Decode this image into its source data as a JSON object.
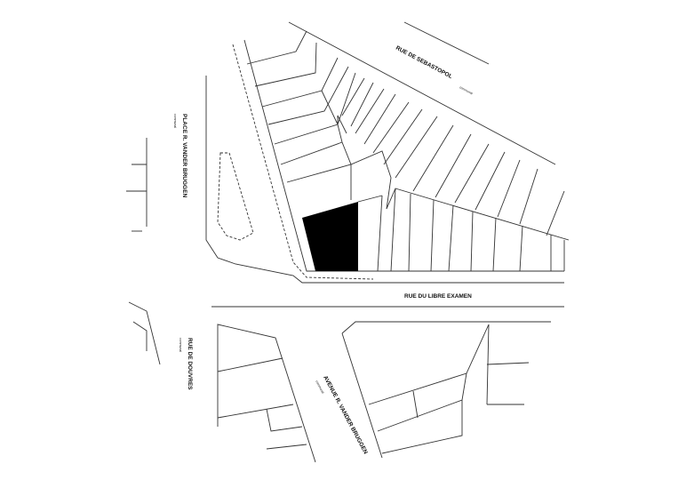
{
  "streets": {
    "sebastopol": {
      "name": "RUE DE SEBASTOPOL",
      "note": "communal"
    },
    "place_vander_bruggen": {
      "name": "PLACE R. VANDER BRUGGEN",
      "note": "communal"
    },
    "libre_examen": {
      "name": "RUE DU LIBRE EXAMEN"
    },
    "douvres": {
      "name": "RUE DE DOUVRES",
      "note": "communal"
    },
    "avenue_vander_bruggen": {
      "name": "AVENUE R. VANDER BRUGGEN",
      "note": "communal"
    }
  },
  "colors": {
    "highlighted_parcel": "#000000",
    "lines": "#333333"
  }
}
